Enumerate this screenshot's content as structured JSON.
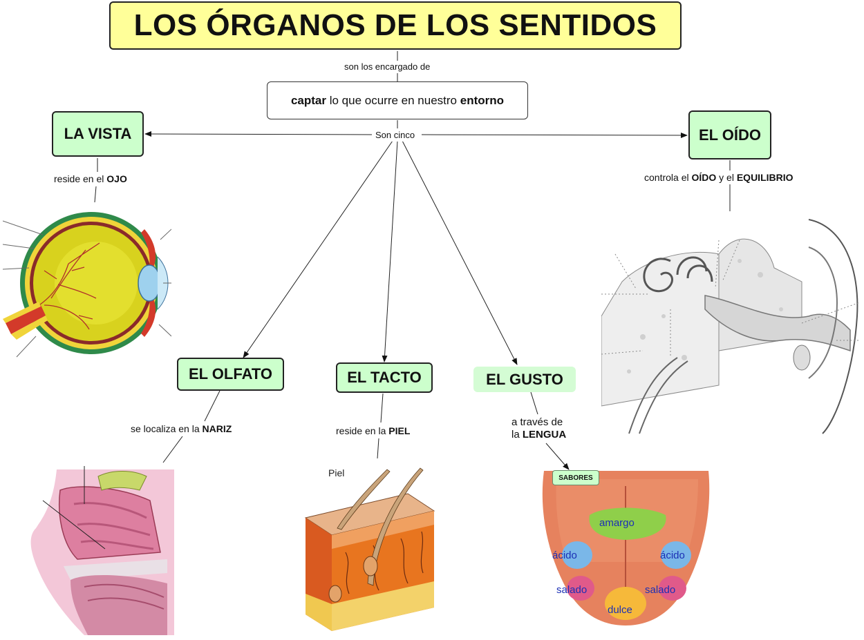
{
  "title": "LOS ÓRGANOS DE LOS SENTIDOS",
  "link_encargado": "son los encargado de",
  "captar": {
    "w1": "captar",
    "mid": " lo que ocurre en nuestro ",
    "w2": "entorno"
  },
  "link_cinco": "Son cinco",
  "senses": {
    "vista": {
      "label": "LA VISTA",
      "link_pre": "reside en el ",
      "link_bold": "OJO"
    },
    "oido": {
      "label": "EL OÍDO",
      "link_pre": "controla el ",
      "link_bold": "OÍDO",
      "link_mid": " y el ",
      "link_bold2": "EQUILIBRIO"
    },
    "olfato": {
      "label": "EL OLFATO",
      "link_pre": "se localiza en la ",
      "link_bold": "NARIZ"
    },
    "tacto": {
      "label": "EL TACTO",
      "link_pre": "reside en la ",
      "link_bold": "PIEL"
    },
    "gusto": {
      "label": "EL GUSTO",
      "link_line1": "a través de",
      "link_pre": "la ",
      "link_bold": "LENGUA"
    }
  },
  "skin_image": {
    "label": "Piel"
  },
  "tongue_image": {
    "badge": "SABORES",
    "tastes": {
      "amargo": "amargo",
      "acido_left": "ácido",
      "acido_right": "ácido",
      "salado_left": "salado",
      "salado_right": "salado",
      "dulce": "dulce"
    }
  },
  "colors": {
    "title_bg": "#ffff99",
    "concept_bg": "#ccffcc"
  }
}
